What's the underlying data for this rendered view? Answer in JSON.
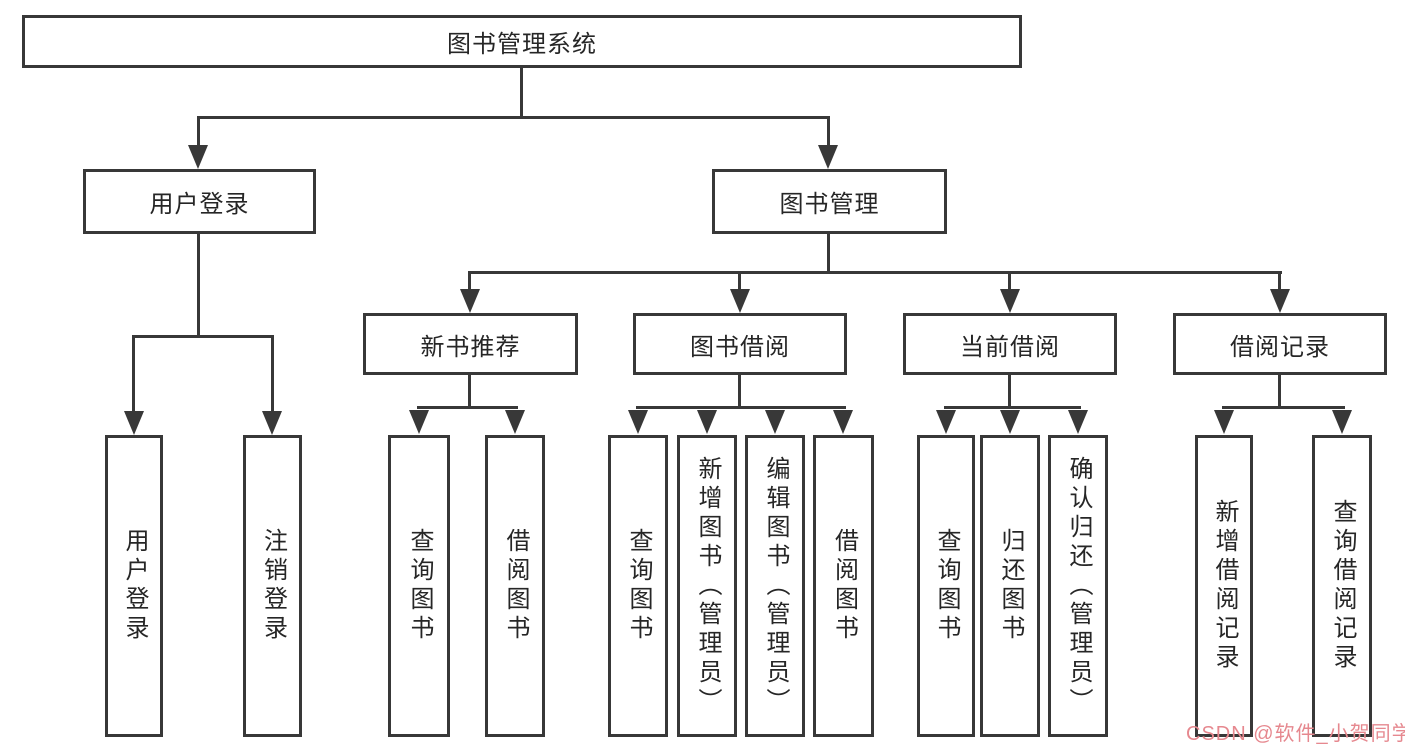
{
  "tree": {
    "root": {
      "label": "图书管理系统"
    },
    "level2": [
      {
        "label": "用户登录",
        "children": [
          "用户登录",
          "注销登录"
        ]
      },
      {
        "label": "图书管理"
      }
    ],
    "groups": [
      {
        "label": "新书推荐",
        "children": [
          "查询图书",
          "借阅图书"
        ]
      },
      {
        "label": "图书借阅",
        "children": [
          "查询图书",
          "新增图书（管理员）",
          "编辑图书（管理员）",
          "借阅图书"
        ]
      },
      {
        "label": "当前借阅",
        "children": [
          "查询图书",
          "归还图书",
          "确认归还（管理员）"
        ]
      },
      {
        "label": "借阅记录",
        "children": [
          "新增借阅记录",
          "查询借阅记录"
        ]
      }
    ]
  },
  "watermark": {
    "text": "CSDN @软件_小贺同学"
  },
  "colors": {
    "line": "#383838",
    "box_border": "#383838",
    "text": "#262626",
    "background": "#ffffff",
    "watermark": "#e6888f"
  }
}
